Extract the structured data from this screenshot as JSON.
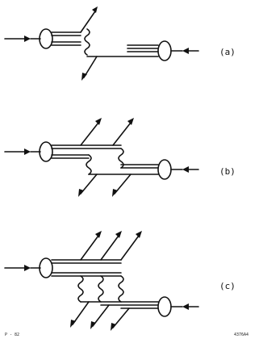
{
  "labels": {
    "a": "(a)",
    "b": "(b)",
    "c": "(c)",
    "corner_left": "P - 82",
    "corner_right": "4376A4"
  }
}
